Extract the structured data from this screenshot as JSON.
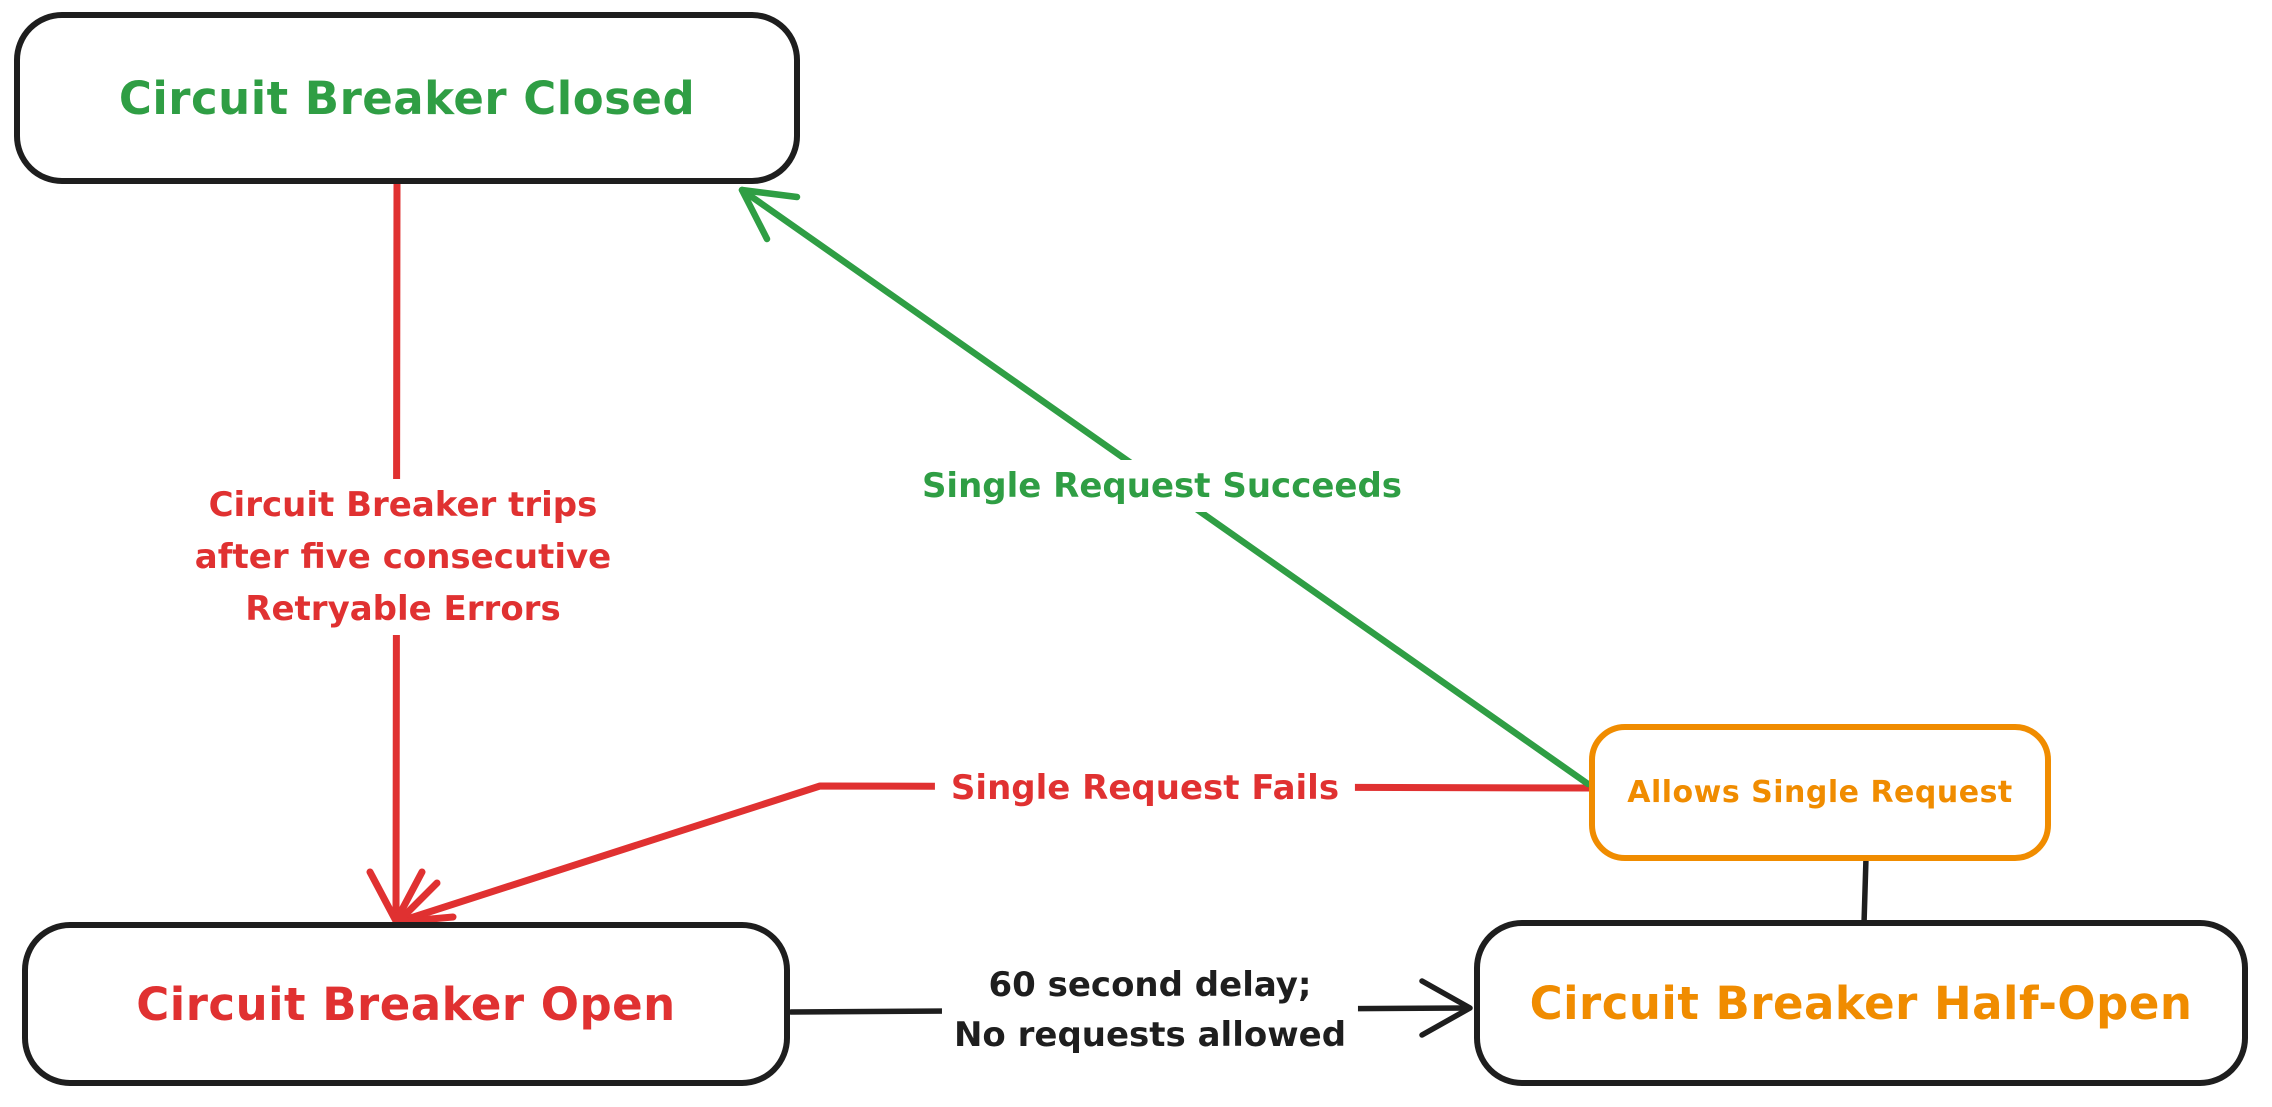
{
  "colors": {
    "green": "#2f9e44",
    "red": "#e03131",
    "orange": "#f08c00",
    "ink": "#1e1e1e",
    "bg": "#ffffff"
  },
  "states": {
    "closed": {
      "label": "Circuit Breaker Closed"
    },
    "open": {
      "label": "Circuit Breaker Open"
    },
    "half_open": {
      "label": "Circuit Breaker Half-Open"
    },
    "allows_single_request": {
      "label": "Allows Single Request"
    }
  },
  "transitions": {
    "trip": {
      "line1": "Circuit Breaker trips",
      "line2": "after five consecutive",
      "line3": "Retryable Errors"
    },
    "success": {
      "label": "Single Request Succeeds"
    },
    "fail": {
      "label": "Single Request Fails"
    },
    "delay": {
      "line1": "60 second delay;",
      "line2": "No requests allowed"
    }
  }
}
